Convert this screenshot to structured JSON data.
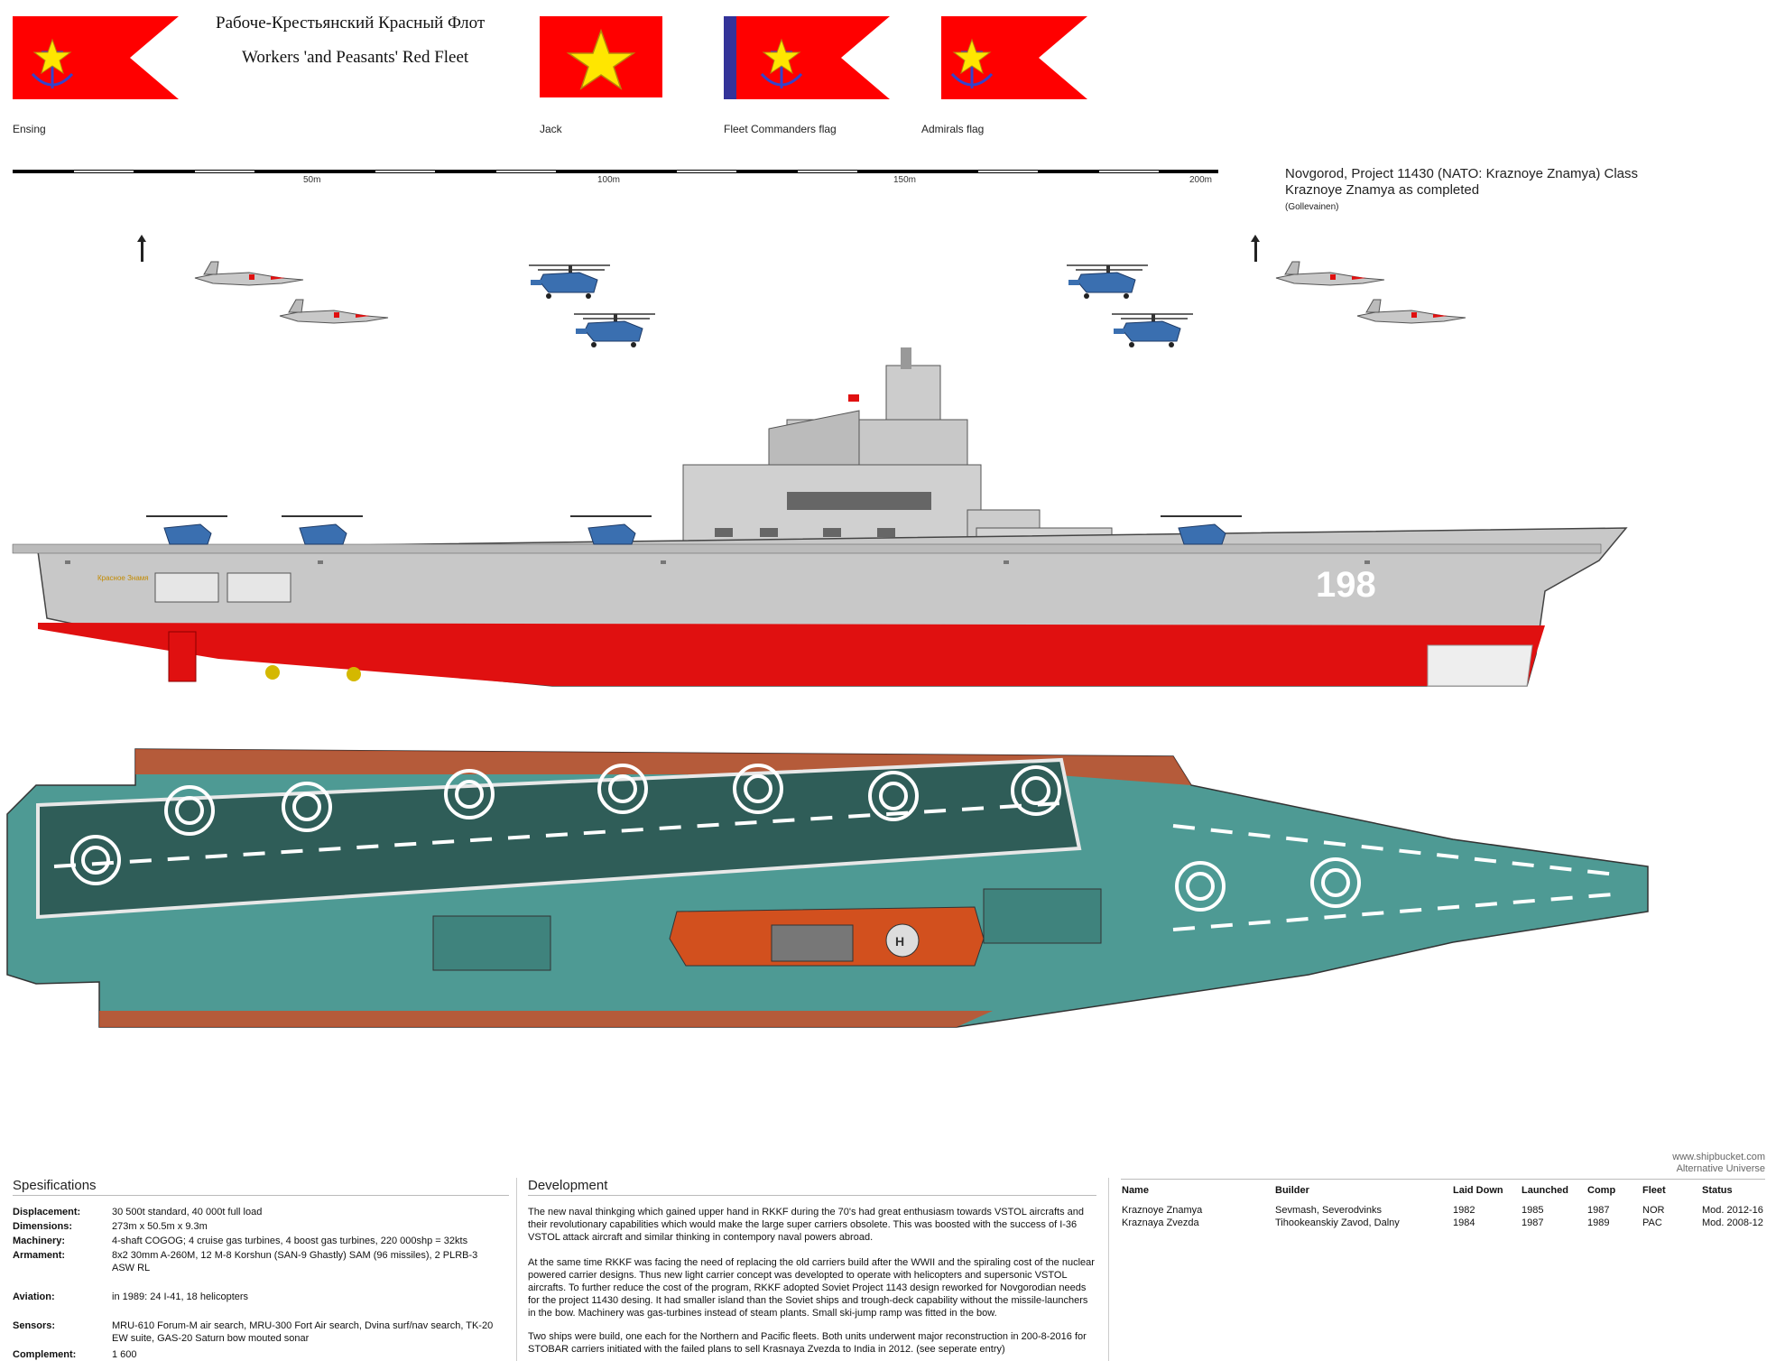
{
  "header": {
    "title_ru": "Рабоче-Крестьянский Красный Флот",
    "title_en": "Workers 'and Peasants' Red Fleet"
  },
  "flags": [
    {
      "label": "Ensing"
    },
    {
      "label": "Jack"
    },
    {
      "label": "Fleet Commanders flag"
    },
    {
      "label": "Admirals flag"
    }
  ],
  "scale": {
    "labels": [
      "50m",
      "100m",
      "150m",
      "200m"
    ]
  },
  "ship_title": {
    "line1": "Novgorod, Project 11430 (NATO: Kraznoye Znamya) Class",
    "line2": "Kraznoye Znamya as completed",
    "author": "(Gollevainen)"
  },
  "hull": {
    "number": "198",
    "name_plate": "Красное Знамя"
  },
  "colors": {
    "flag_red": "#ff0000",
    "star_yellow": "#ffe600",
    "anchor_blue": "#3344cc",
    "hull_grey": "#c8c8c8",
    "hull_red": "#e01010",
    "deck_teal": "#4e9a94",
    "deck_dark": "#2f5d58",
    "island_orange": "#d2501e"
  },
  "specs": {
    "title": "Spesifications",
    "rows": [
      {
        "key": "Displacement:",
        "value": "30 500t standard, 40 000t full load"
      },
      {
        "key": "Dimensions:",
        "value": "273m x 50.5m x 9.3m"
      },
      {
        "key": "Machinery:",
        "value": "4-shaft COGOG; 4 cruise gas turbines, 4 boost gas turbines, 220 000shp = 32kts"
      },
      {
        "key": "Armament:",
        "value": "8x2 30mm A-260M, 12 M-8 Korshun (SAN-9 Ghastly) SAM (96 missiles), 2 PLRB-3 ASW RL"
      },
      {
        "key": "Aviation:",
        "value": "in 1989: 24 I-41, 18 helicopters"
      },
      {
        "key": "Sensors:",
        "value": "MRU-610 Forum-M air search, MRU-300 Fort Air search, Dvina surf/nav search, TK-20 EW suite, GAS-20 Saturn bow mouted sonar"
      },
      {
        "key": "Complement:",
        "value": "1 600"
      }
    ]
  },
  "development": {
    "title": "Development",
    "paragraphs": [
      "The new naval thinkging which gained upper hand in RKKF during the 70's had great enthusiasm towards VSTOL aircrafts and their revolutionary capabilities which would make the large super carriers obsolete. This was boosted with the success of I-36 VSTOL attack aircraft and similar thinking in contempory naval powers abroad.",
      "At the same time RKKF was facing the need of replacing the old carriers build after the WWII and the spiraling cost of the nuclear powered carrier designs. Thus new light carrier concept was developted to operate with helicopters and supersonic VSTOL aircrafts. To further reduce the cost of the program, RKKF adopted Soviet Project 1143 design reworked for Novgorodian needs for the project 11430 desing. It had smaller island than the Soviet ships and trough-deck capability without the missile-launchers in the bow. Machinery was gas-turbines instead of steam plants. Small ski-jump ramp was fitted in the bow.",
      "Two ships were build, one each for the Northern and Pacific fleets. Both units underwent major reconstruction in 200-8-2016 for STOBAR carriers initiated with the failed plans to sell Krasnaya Zvezda to India in 2012.  (see seperate entry)"
    ]
  },
  "ships_table": {
    "headers": [
      "Name",
      "Builder",
      "Laid Down",
      "Launched",
      "Comp",
      "Fleet",
      "Status"
    ],
    "rows": [
      [
        "Kraznoye Znamya",
        "Sevmash, Severodvinks",
        "1982",
        "1985",
        "1987",
        "NOR",
        "Mod. 2012-16"
      ],
      [
        "Kraznaya Zvezda",
        "Tihookeanskiy Zavod, Dalny",
        "1984",
        "1987",
        "1989",
        "PAC",
        "Mod. 2008-12"
      ]
    ]
  },
  "credit": {
    "line1": "www.shipbucket.com",
    "line2": "Alternative Universe"
  }
}
